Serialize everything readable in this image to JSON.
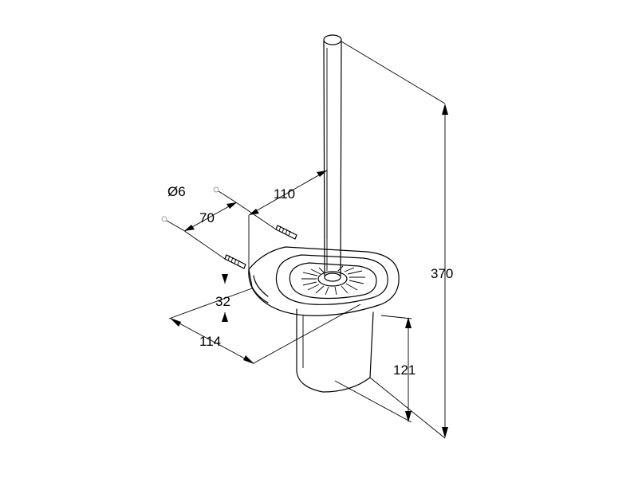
{
  "dimensions": {
    "height_total": "370",
    "bowl_height": "121",
    "depth": "114",
    "wall_depth": "32",
    "screw_spacing": "70",
    "width": "110",
    "diameter": "Ø6"
  }
}
